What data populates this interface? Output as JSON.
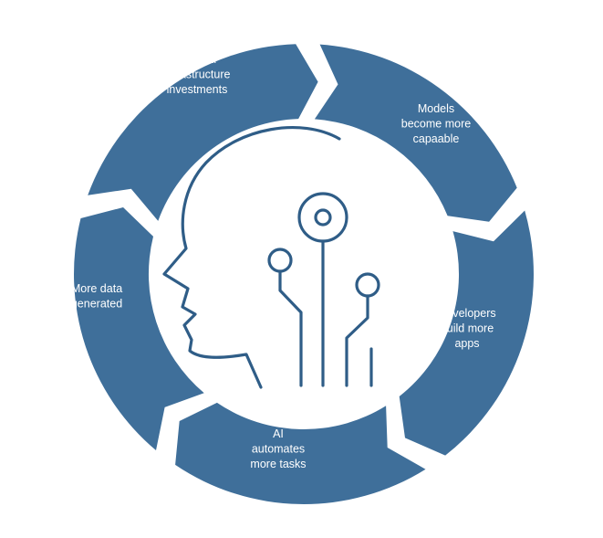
{
  "segments": [
    {
      "id": "models",
      "lines": [
        "Models",
        "become more",
        "capaable"
      ]
    },
    {
      "id": "developers",
      "lines": [
        "Developers",
        "build more",
        "apps"
      ]
    },
    {
      "id": "automates",
      "lines": [
        "AI",
        "automates",
        "more tasks"
      ]
    },
    {
      "id": "data",
      "lines": [
        "More data",
        "generated"
      ]
    },
    {
      "id": "infra",
      "lines": [
        "More AI",
        "infrastructure",
        "investments"
      ]
    }
  ],
  "colors": {
    "segment": "#3f6f9a",
    "line_art": "#2f5d87",
    "background": "#ffffff"
  },
  "center_icon": "ai-head-circuit-icon"
}
